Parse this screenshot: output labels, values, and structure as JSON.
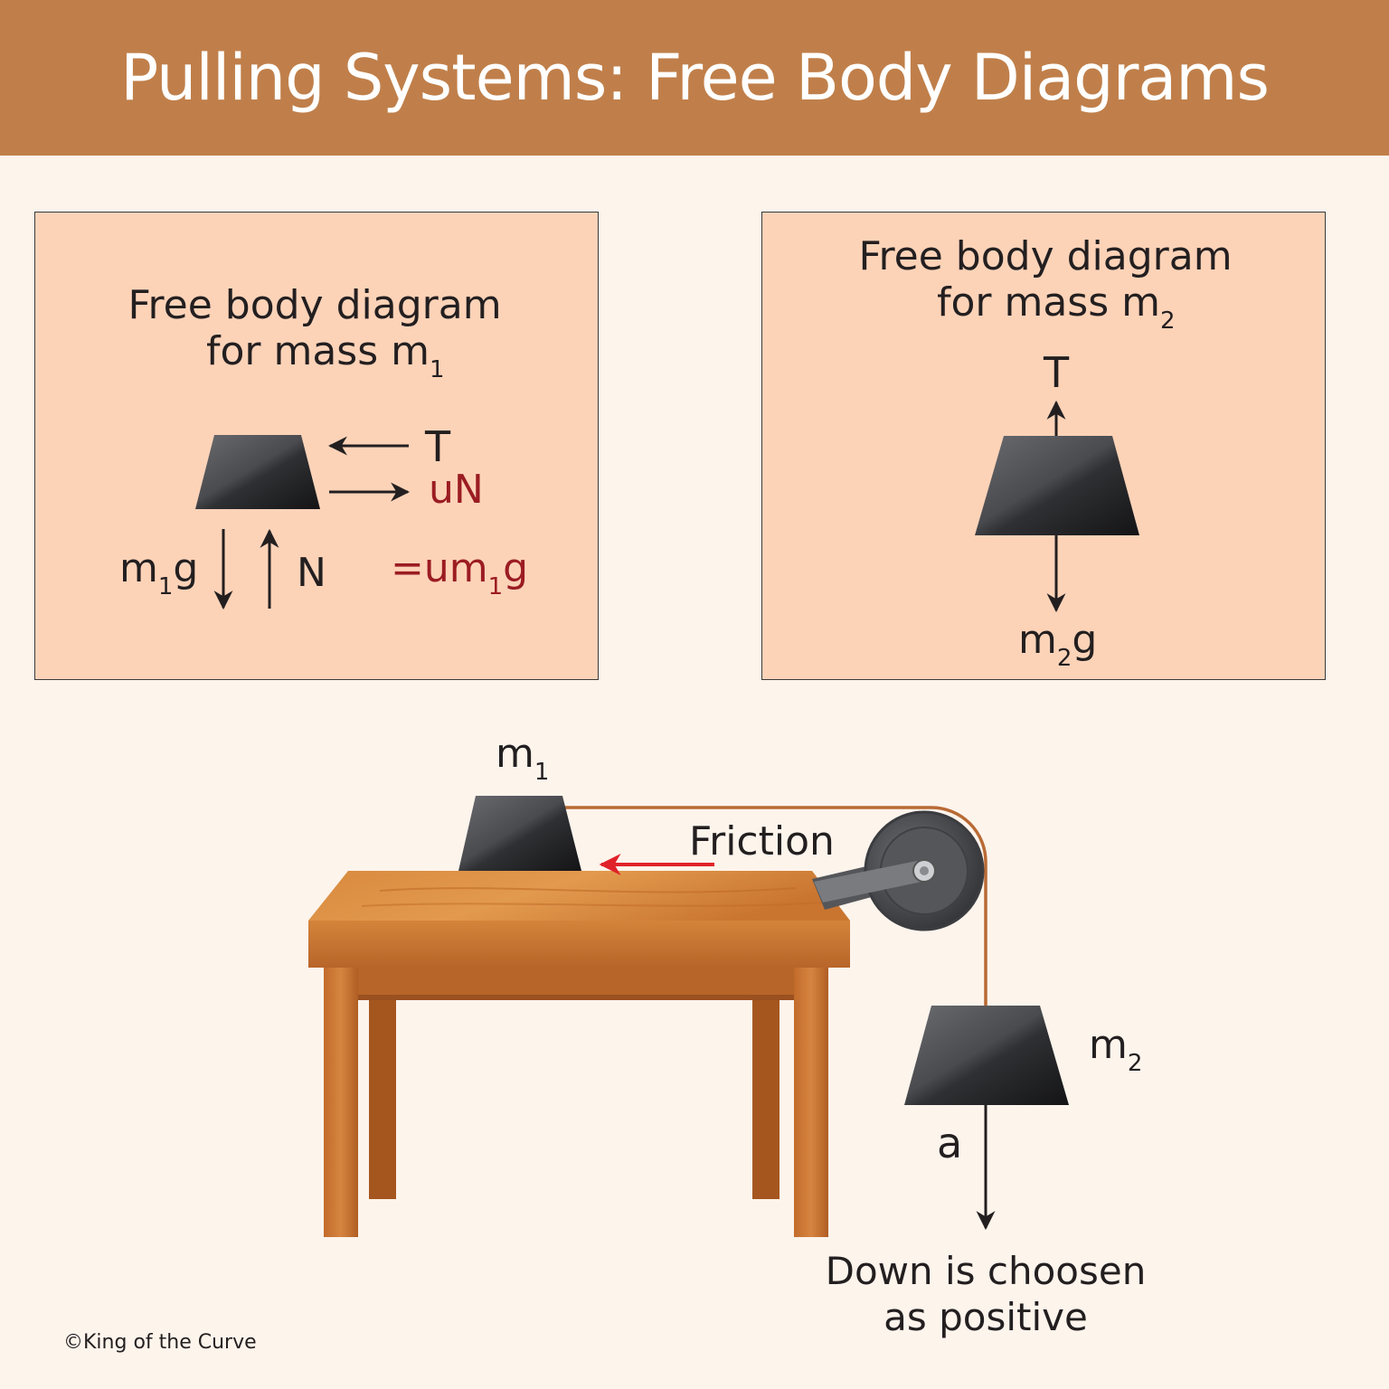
{
  "title": "Pulling Systems: Free Body Diagrams",
  "panel_m1": {
    "heading_line1": "Free body diagram",
    "heading_line2": "for mass m",
    "heading_sub": "1",
    "tension_label": "T",
    "friction_label": "uN",
    "weight_label": "m",
    "weight_sub": "1",
    "weight_suffix": "g",
    "normal_label": "N",
    "friction_eq_prefix": "=um",
    "friction_eq_sub": "1",
    "friction_eq_suffix": "g"
  },
  "panel_m2": {
    "heading_line1": "Free body diagram",
    "heading_line2": "for mass m",
    "heading_sub": "2",
    "tension_label": "T",
    "weight_label": "m",
    "weight_sub": "2",
    "weight_suffix": "g"
  },
  "system": {
    "m1_label": "m",
    "m1_sub": "1",
    "friction_label": "Friction",
    "m2_label": "m",
    "m2_sub": "2",
    "accel_label": "a",
    "note_line1": "Down is choosen",
    "note_line2": "as positive"
  },
  "copyright": "©King of the Curve",
  "colors": {
    "header": "#c07f4a",
    "panel": "#fdd3b8",
    "background": "#fdf4ec",
    "friction_red": "#9b1c22",
    "arrow_red": "#e0222a",
    "table_wood": "#c9712c",
    "rope": "#b86a34"
  }
}
